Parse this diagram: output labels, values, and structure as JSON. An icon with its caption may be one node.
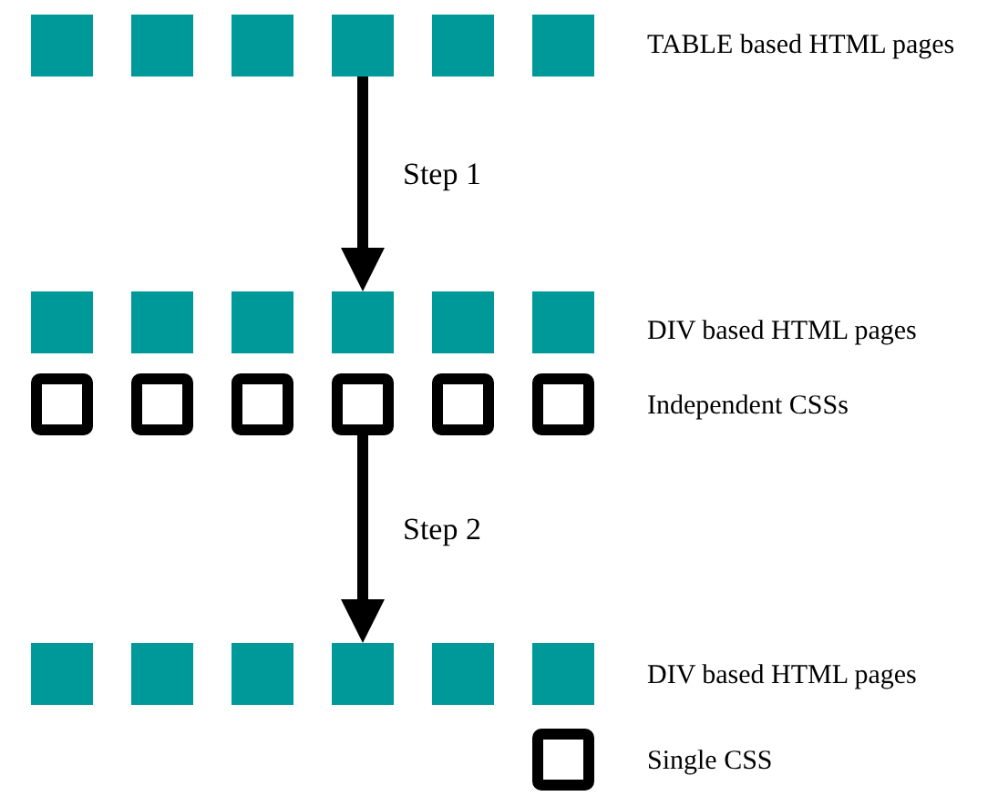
{
  "diagram": {
    "nodes": [
      {
        "text": [],
        "shape": "box"
      },
      {
        "text": [],
        "shape": "box"
      },
      {
        "text": [],
        "shape": "box"
      },
      {
        "text": [],
        "shape": "box"
      },
      {
        "text": [],
        "shape": "box"
      },
      {
        "text": [],
        "shape": "box"
      },
      {
        "text": [],
        "shape": "box"
      },
      {
        "text": [],
        "shape": "box"
      },
      {
        "text": [],
        "shape": "box"
      },
      {
        "text": [],
        "shape": "box"
      },
      {
        "text": [],
        "shape": "box"
      },
      {
        "text": [],
        "shape": "box"
      },
      {
        "text": [],
        "shape": "box"
      },
      {
        "text": [],
        "shape": "box"
      },
      {
        "text": [],
        "shape": "box"
      },
      {
        "text": [],
        "shape": "box"
      },
      {
        "text": [],
        "shape": "box"
      },
      {
        "text": [],
        "shape": "box"
      },
      {
        "text": [],
        "shape": "box"
      },
      {
        "text": [],
        "shape": "box"
      },
      {
        "text": [],
        "shape": "box"
      },
      {
        "text": [],
        "shape": "box"
      },
      {
        "text": [],
        "shape": "box"
      },
      {
        "text": [],
        "shape": "box"
      },
      {
        "text": [],
        "shape": "box"
      }
    ],
    "edges": [
      {
        "from": 3,
        "to": 9,
        "arrow": "to",
        "label": "Step 1"
      },
      {
        "from": 15,
        "to": 21,
        "arrow": "to",
        "label": "Step 2"
      }
    ],
    "labels": [
      "TABLE based HTML pages",
      "DIV based HTML pages",
      "Independent CSSs",
      "DIV based HTML pages",
      "Single CSS"
    ]
  }
}
